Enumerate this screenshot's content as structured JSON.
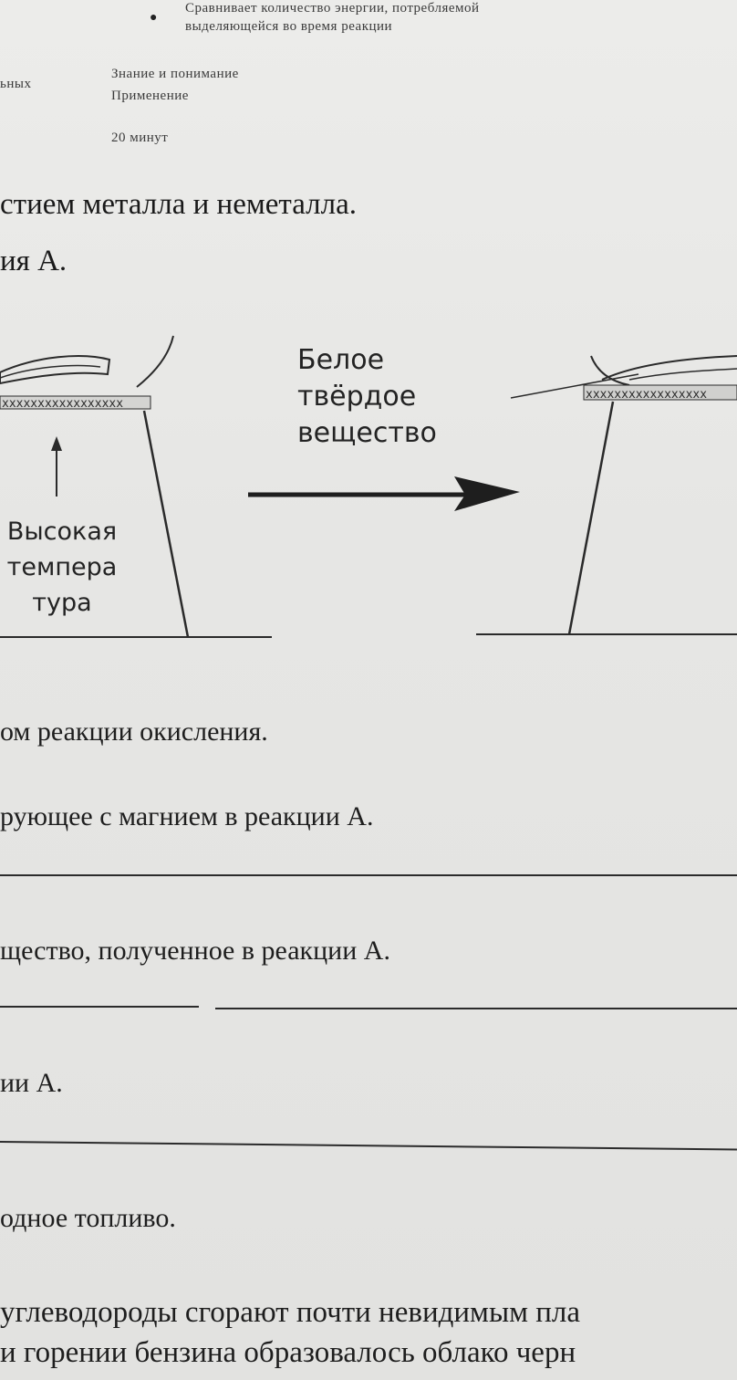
{
  "header": {
    "bullet_line1": "Сравнивает количество энергии, потребляемой",
    "bullet_line2": "выделяющейся во время реакции",
    "left_fragment": "ьных",
    "level1": "Знание и понимание",
    "level2": "Применение",
    "time": "20 минут"
  },
  "task": {
    "line1": "стием металла и неметалла.",
    "line2": "ия А."
  },
  "diagram": {
    "right_label_lines": [
      "Белое",
      "твёрдое",
      "вещество"
    ],
    "left_label_lines": [
      "Высокая",
      "темпера",
      "тура"
    ]
  },
  "questions": {
    "q_oxidation": "ом реакции окисления.",
    "q_reacting": "рующее с магнием в реакции А.",
    "q_product": "щество, полученное в реакции А.",
    "q_reaction": "ии А.",
    "q_fuel": "одное топливо."
  },
  "paragraph": {
    "line1": "углеводороды сгорают почти невидимым пла",
    "line2": "и горении бензина образовалось облако черн"
  }
}
